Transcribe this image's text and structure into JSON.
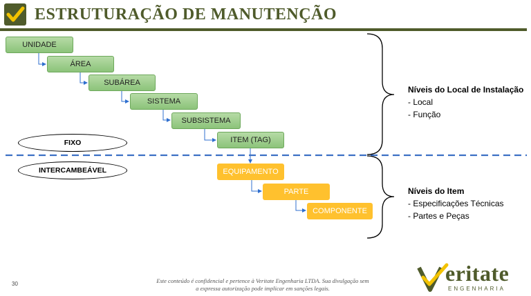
{
  "header": {
    "title": "ESTRUTURAÇÃO DE MANUTENÇÃO"
  },
  "fixed_levels": [
    "UNIDADE",
    "ÁREA",
    "SUBÁREA",
    "SISTEMA",
    "SUBSISTEMA",
    "ITEM (TAG)"
  ],
  "interchangeable_levels": [
    "EQUIPAMENTO",
    "PARTE",
    "COMPONENTE"
  ],
  "zones": {
    "fixed": "FIXO",
    "interchangeable": "INTERCAMBEÁVEL"
  },
  "local_group": {
    "title": "Níveis do Local de Instalação",
    "items": [
      "- Local",
      "- Função"
    ]
  },
  "item_group": {
    "title": "Níveis do Item",
    "items": [
      "- Especificações Técnicas",
      "- Partes e Peças"
    ]
  },
  "footer": {
    "page_number": "30",
    "line1": "Este conteúdo é confidencial e pertence à Veritate Engenharia LTDA. Sua divulgação sem",
    "line2": "a expressa autorização pode implicar em sanções legais."
  },
  "brand": {
    "name": "eritate",
    "sub": "ENGENHARIA"
  },
  "colors": {
    "accent": "#4f5b2b",
    "green_box": "#a9d18e",
    "orange_box": "#ffc12e",
    "divider": "#3b6fc4"
  }
}
